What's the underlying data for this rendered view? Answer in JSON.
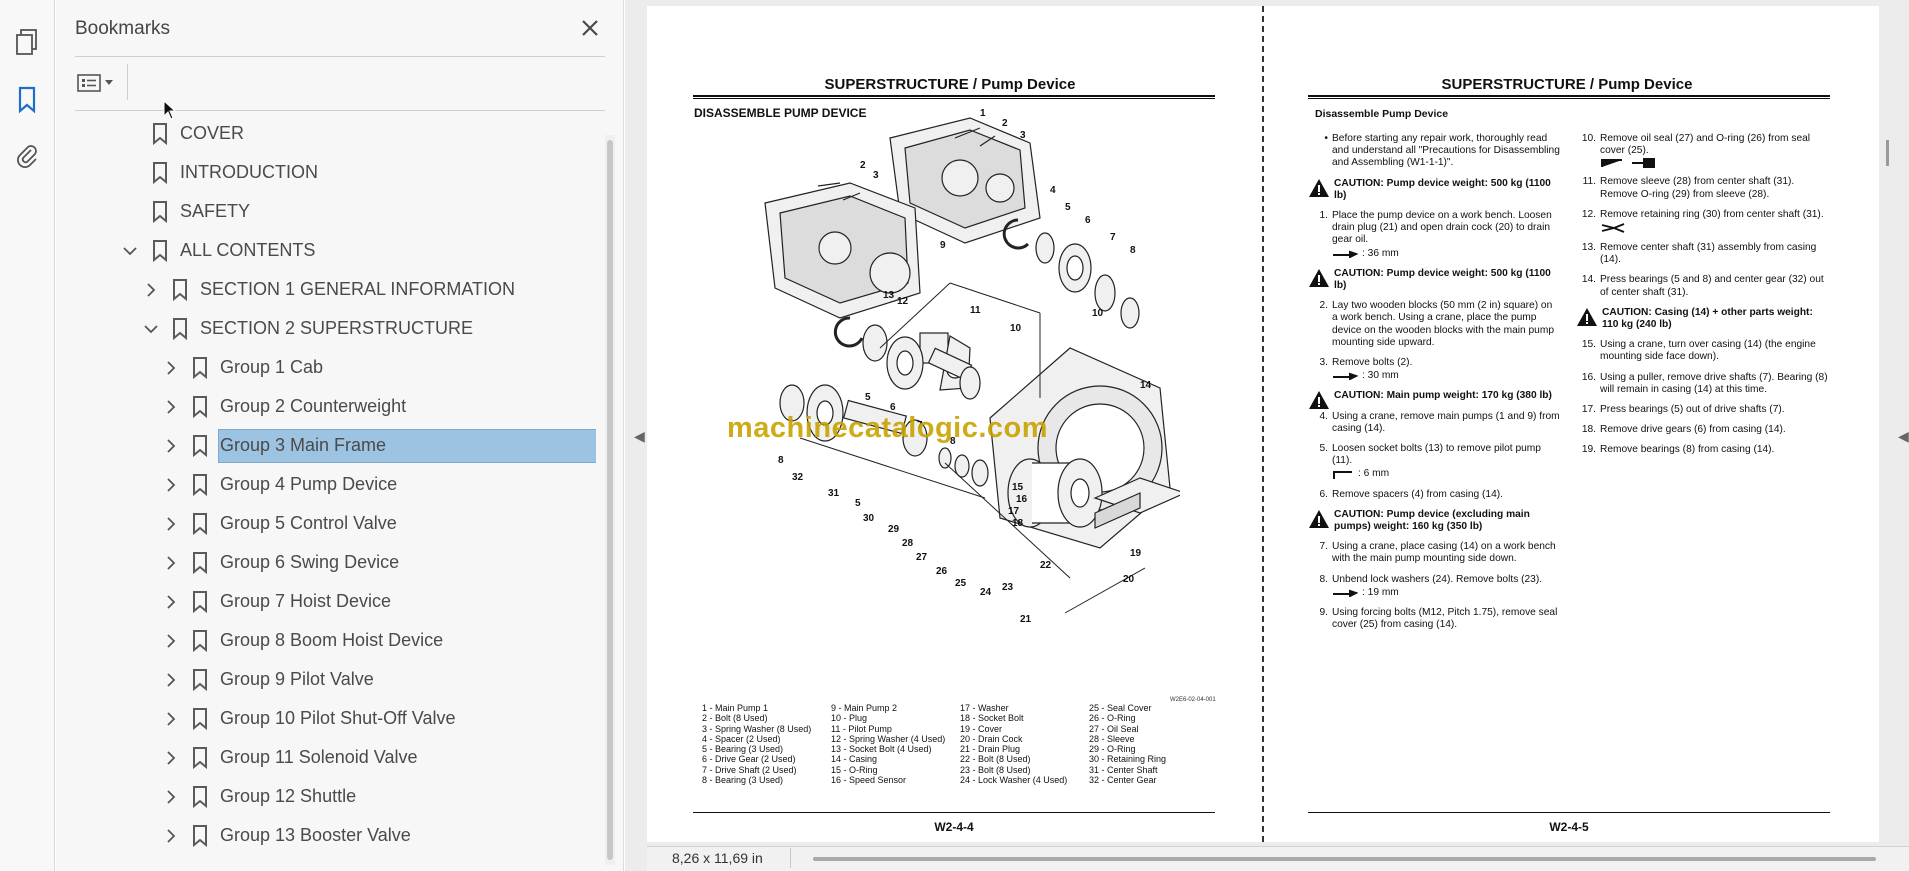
{
  "panel": {
    "title": "Bookmarks",
    "close_glyph": "✕"
  },
  "bookmarks": [
    {
      "label": "COVER",
      "level": 0,
      "expander": "none"
    },
    {
      "label": "INTRODUCTION",
      "level": 0,
      "expander": "none"
    },
    {
      "label": "SAFETY",
      "level": 0,
      "expander": "none"
    },
    {
      "label": "ALL CONTENTS",
      "level": 0,
      "expander": "expanded"
    },
    {
      "label": "SECTION 1 GENERAL INFORMATION",
      "level": 1,
      "expander": "collapsed"
    },
    {
      "label": "SECTION 2 SUPERSTRUCTURE",
      "level": 1,
      "expander": "expanded"
    },
    {
      "label": "Group 1 Cab",
      "level": 2,
      "expander": "collapsed"
    },
    {
      "label": "Group 2 Counterweight",
      "level": 2,
      "expander": "collapsed"
    },
    {
      "label": "Group 3 Main Frame",
      "level": 2,
      "expander": "collapsed",
      "selected": true
    },
    {
      "label": "Group 4 Pump Device",
      "level": 2,
      "expander": "collapsed"
    },
    {
      "label": "Group 5 Control Valve",
      "level": 2,
      "expander": "collapsed"
    },
    {
      "label": "Group 6 Swing Device",
      "level": 2,
      "expander": "collapsed"
    },
    {
      "label": "Group 7 Hoist Device",
      "level": 2,
      "expander": "collapsed"
    },
    {
      "label": "Group 8 Boom Hoist Device",
      "level": 2,
      "expander": "collapsed"
    },
    {
      "label": "Group 9 Pilot Valve",
      "level": 2,
      "expander": "collapsed"
    },
    {
      "label": "Group 10 Pilot Shut-Off Valve",
      "level": 2,
      "expander": "collapsed"
    },
    {
      "label": "Group 11 Solenoid Valve",
      "level": 2,
      "expander": "collapsed"
    },
    {
      "label": "Group 12 Shuttle",
      "level": 2,
      "expander": "collapsed"
    },
    {
      "label": "Group 13 Booster Valve",
      "level": 2,
      "expander": "collapsed"
    }
  ],
  "doc": {
    "left_page": {
      "title": "SUPERSTRUCTURE / Pump Device",
      "subtitle": "DISASSEMBLE PUMP DEVICE",
      "page_number": "W2-4-4",
      "figure_code": "W2E6-02-04-001",
      "watermark": "machinecatalogic.com",
      "legend_columns": [
        [
          "1 -   Main Pump 1",
          "2 -   Bolt (8 Used)",
          "3 -   Spring Washer (8 Used)",
          "4 -   Spacer (2 Used)",
          "5 -   Bearing (3 Used)",
          "6 -   Drive Gear (2 Used)",
          "7 -   Drive Shaft (2 Used)",
          "8 -   Bearing (3 Used)"
        ],
        [
          "9 -   Main Pump 2",
          "10 - Plug",
          "11 - Pilot Pump",
          "12 - Spring Washer (4 Used)",
          "13 - Socket Bolt (4 Used)",
          "14 - Casing",
          "15 - O-Ring",
          "16 - Speed Sensor"
        ],
        [
          "17 - Washer",
          "18 - Socket Bolt",
          "19 - Cover",
          "20 - Drain Cock",
          "21 - Drain Plug",
          "22 - Bolt (8 Used)",
          "23 - Bolt (8 Used)",
          "24 - Lock Washer (4 Used)"
        ],
        [
          "25 - Seal Cover",
          "26 - O-Ring",
          "27 - Oil Seal",
          "28 - Sleeve",
          "29 - O-Ring",
          "30 - Retaining Ring",
          "31 - Center Shaft",
          "32 - Center Gear"
        ]
      ]
    },
    "right_page": {
      "title": "SUPERSTRUCTURE / Pump Device",
      "subtitle": "Disassemble Pump Device",
      "page_number": "W2-4-5",
      "intro": "Before starting any repair work, thoroughly read and understand all \"Precautions for Disassembling and Assembling (W1-1-1)\".",
      "caution1": "CAUTION:  Pump device weight: 500 kg (1100 lb)",
      "step1": "Place the pump device on a work bench. Loosen drain plug (21) and open drain cock (20) to drain gear oil.",
      "step1_tool": ": 36 mm",
      "caution2": "CAUTION:  Pump device weight: 500 kg (1100 lb)",
      "step2": "Lay two wooden blocks (50 mm (2 in) square) on a work bench. Using a crane, place the pump device on the wooden blocks with the main pump mounting side upward.",
      "step3": "Remove bolts (2).",
      "step3_tool": ": 30 mm",
      "caution3": "CAUTION:  Main pump weight: 170 kg (380 lb)",
      "step4": "Using a crane, remove main pumps (1 and 9) from casing (14).",
      "step5": "Loosen socket bolts (13) to remove pilot pump (11).",
      "step5_tool": ": 6 mm",
      "step6": "Remove spacers (4) from casing (14).",
      "caution4": "CAUTION:  Pump device (excluding main pumps) weight: 160 kg (350 lb)",
      "step7": "Using a crane, place casing (14) on a work bench with the main pump mounting side down.",
      "step8": "Unbend lock washers (24). Remove bolts (23).",
      "step8_tool": ": 19 mm",
      "step9": "Using forcing bolts (M12, Pitch 1.75), remove seal cover (25) from casing (14).",
      "step10": "Remove oil seal (27) and O-ring (26) from seal cover (25).",
      "step11": "Remove sleeve (28) from center shaft (31). Remove O-ring (29) from sleeve (28).",
      "step12": "Remove retaining ring (30) from center shaft (31).",
      "step13": "Remove center shaft (31) assembly from casing (14).",
      "step14": "Press bearings (5 and 8) and center gear (32) out of center shaft (31).",
      "caution5": "CAUTION:  Casing (14) + other parts weight: 110 kg (240 lb)",
      "step15": "Using a crane, turn over casing (14) (the engine mounting side face down).",
      "step16": "Using a puller, remove drive shafts (7). Bearing (8) will remain in casing (14) at this time.",
      "step17": "Press bearings (5) out of drive shafts (7).",
      "step18": "Remove drive gears (6) from casing (14).",
      "step19": "Remove bearings (8) from casing (14)."
    }
  },
  "status": {
    "page_size": "8,26 x 11,69 in"
  }
}
